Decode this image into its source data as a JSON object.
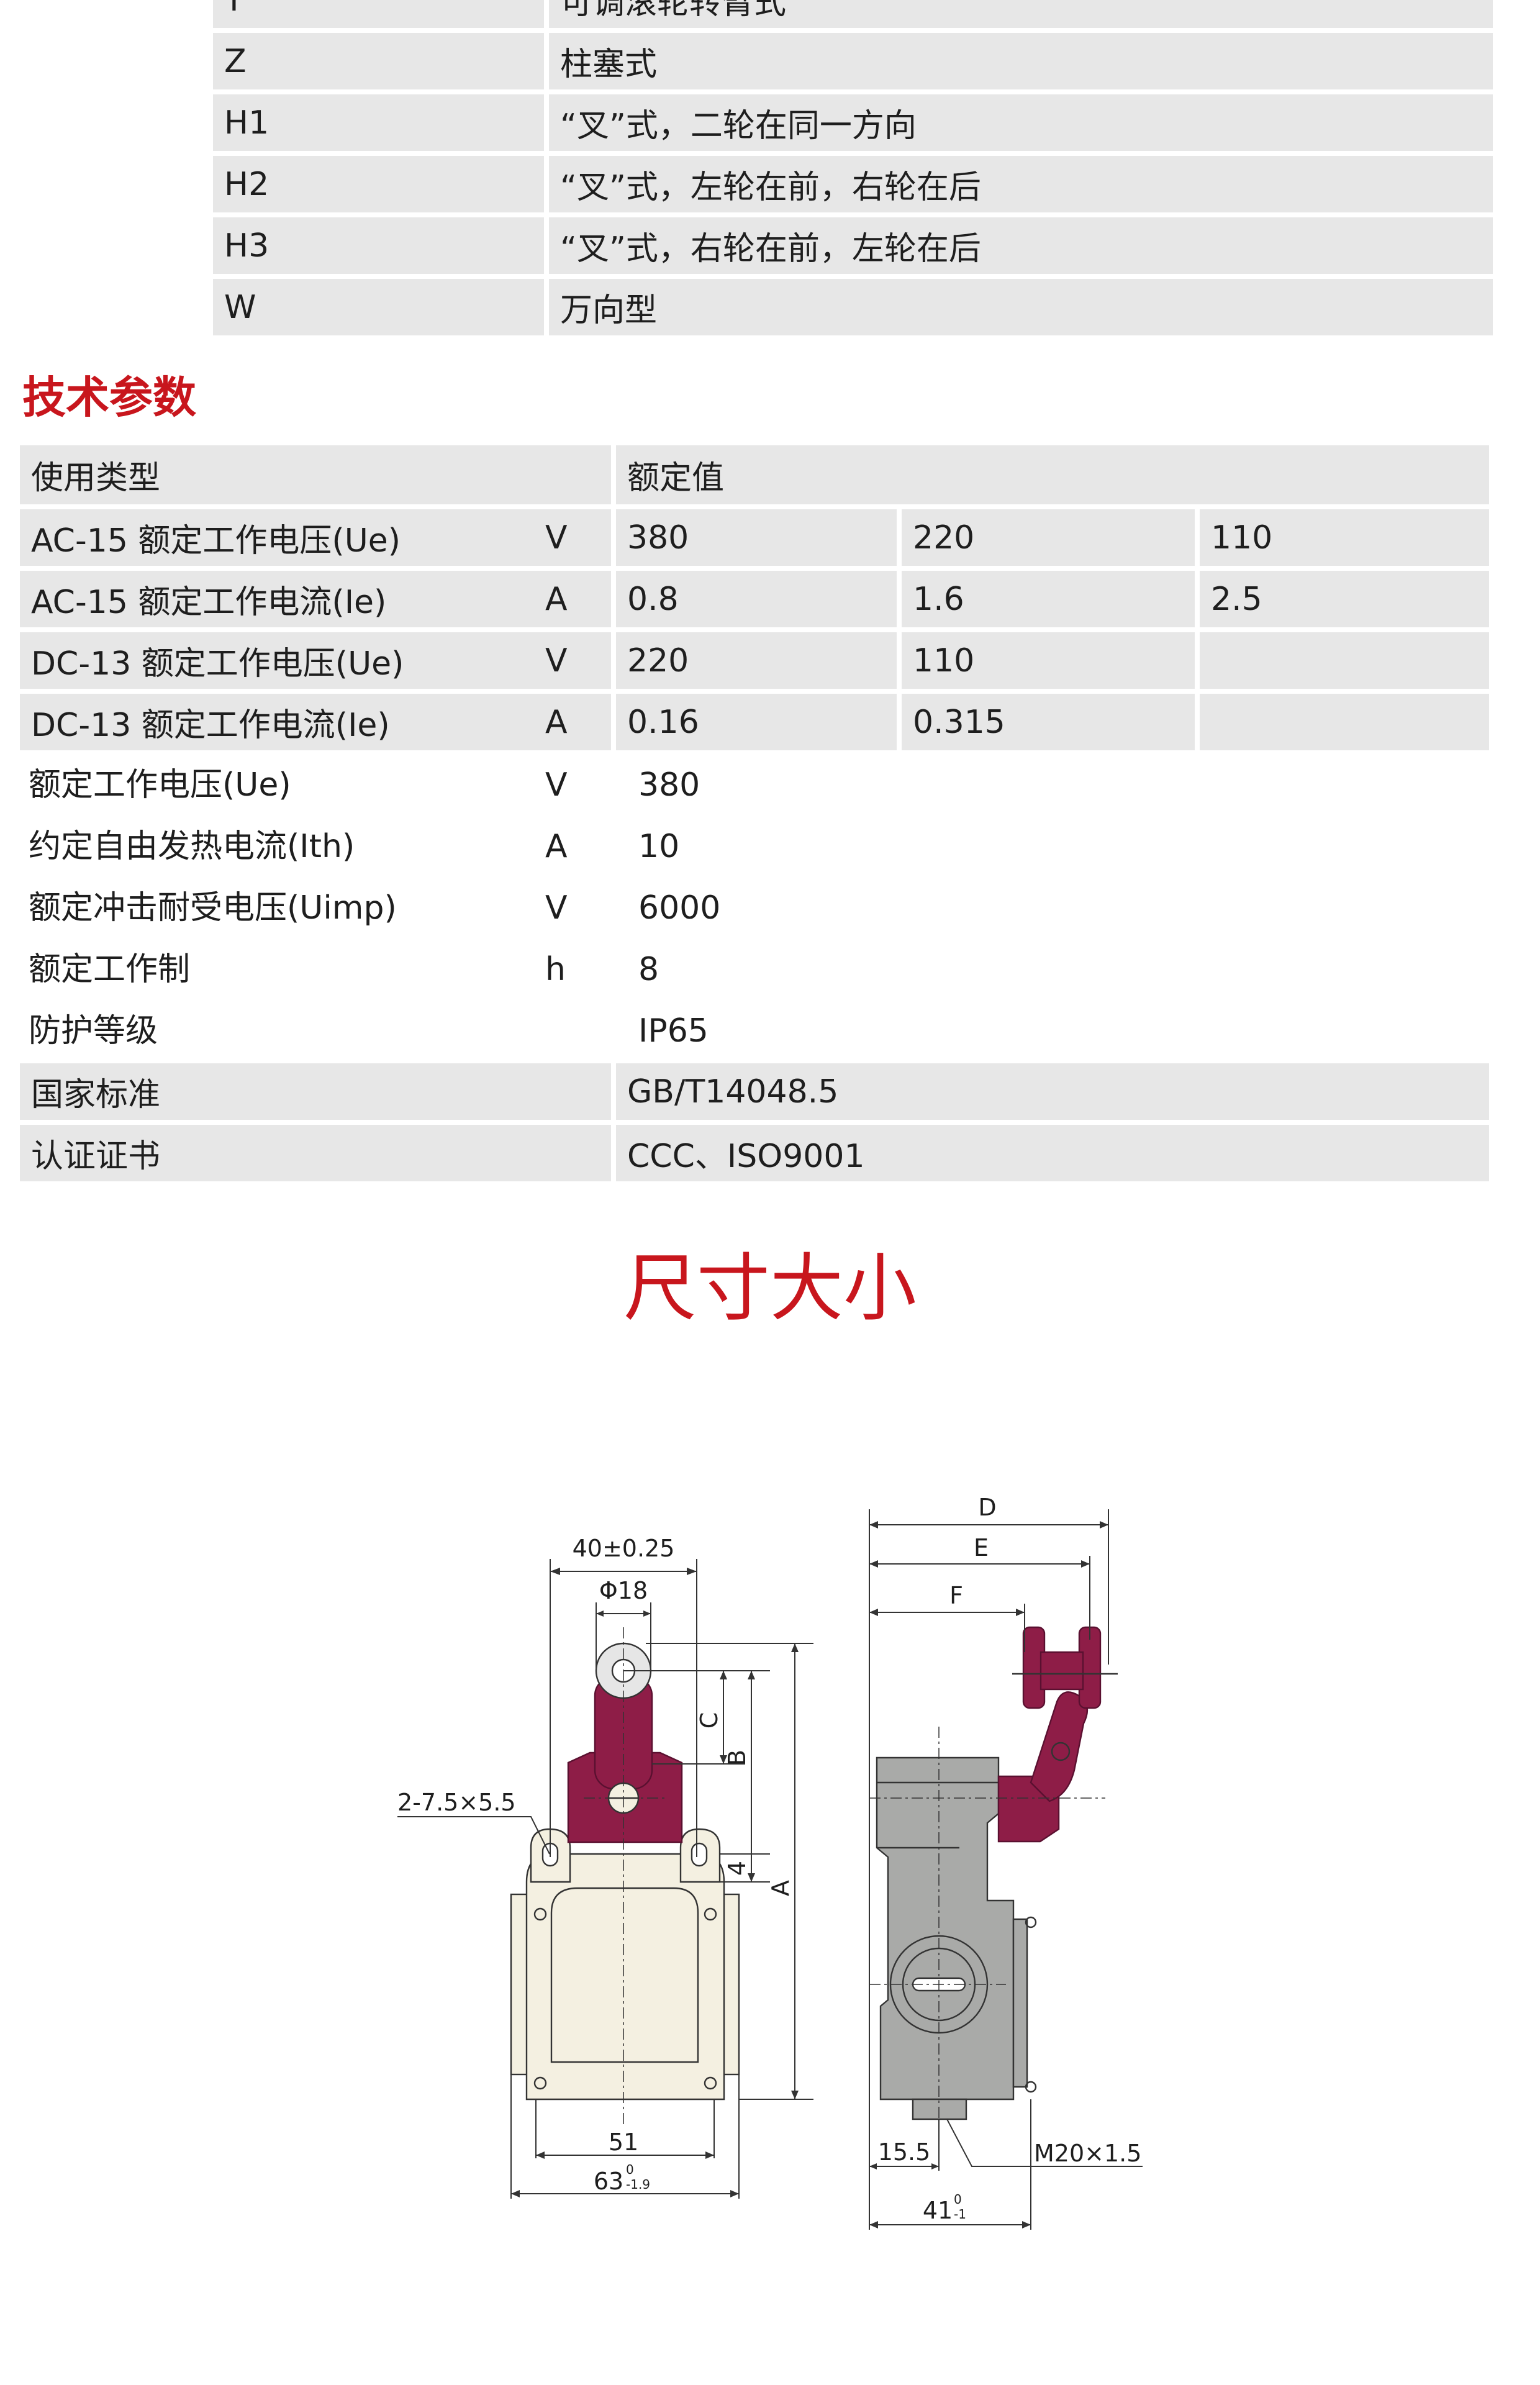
{
  "type_table": {
    "rows": [
      {
        "code": "T",
        "desc": "可调滚轮转臂式"
      },
      {
        "code": "Z",
        "desc": "柱塞式"
      },
      {
        "code": "H1",
        "desc": "“叉”式，二轮在同一方向"
      },
      {
        "code": "H2",
        "desc": "“叉”式，左轮在前，右轮在后"
      },
      {
        "code": "H3",
        "desc": "“叉”式，右轮在前，左轮在后"
      },
      {
        "code": "W",
        "desc": "万向型"
      }
    ]
  },
  "tech": {
    "heading": "技术参数",
    "header": {
      "col1": "使用类型",
      "col2": "额定值"
    },
    "ac_dc_rows": [
      {
        "label": "AC-15  额定工作电压(Ue)",
        "unit": "V",
        "v1": "380",
        "v2": "220",
        "v3": "110"
      },
      {
        "label": "AC-15  额定工作电流(Ie)",
        "unit": "A",
        "v1": "0.8",
        "v2": "1.6",
        "v3": "2.5"
      },
      {
        "label": "DC-13  额定工作电压(Ue)",
        "unit": "V",
        "v1": "220",
        "v2": "110",
        "v3": ""
      },
      {
        "label": "DC-13  额定工作电流(Ie)",
        "unit": "A",
        "v1": "0.16",
        "v2": "0.315",
        "v3": ""
      }
    ],
    "plain_rows": [
      {
        "label": "额定工作电压(Ue)",
        "unit": "V",
        "value": "380"
      },
      {
        "label": "约定自由发热电流(Ith)",
        "unit": "A",
        "value": "10"
      },
      {
        "label": "额定冲击耐受电压(Uimp)",
        "unit": "V",
        "value": "6000"
      },
      {
        "label": "额定工作制",
        "unit": "h",
        "value": "8"
      },
      {
        "label": "防护等级",
        "unit": "",
        "value": "IP65"
      }
    ],
    "shaded_rows": [
      {
        "label": "国家标准",
        "value": "GB/T14048.5"
      },
      {
        "label": "认证证书",
        "value": "CCC、ISO9001"
      }
    ]
  },
  "dimensions": {
    "heading": "尺寸大小",
    "front_labels": {
      "width_top": "40±0.25",
      "roller_dia": "Φ18",
      "holes": "2-7.5×5.5",
      "dim_c": "C",
      "dim_b": "B",
      "dim_4": "4",
      "dim_a": "A",
      "bottom_inner": "51",
      "bottom_outer": "63",
      "bottom_outer_tol_upper": "0",
      "bottom_outer_tol_lower": "-1.9"
    },
    "side_labels": {
      "dim_d": "D",
      "dim_e": "E",
      "dim_f": "F",
      "dim_15_5": "15.5",
      "thread": "M20×1.5",
      "depth": "41",
      "depth_tol_upper": "0",
      "depth_tol_lower": "-1"
    },
    "colors": {
      "actuator": "#8e1d47",
      "front_body": "#f4f0e1",
      "side_body": "#a9aaa8",
      "line": "#333333"
    }
  }
}
